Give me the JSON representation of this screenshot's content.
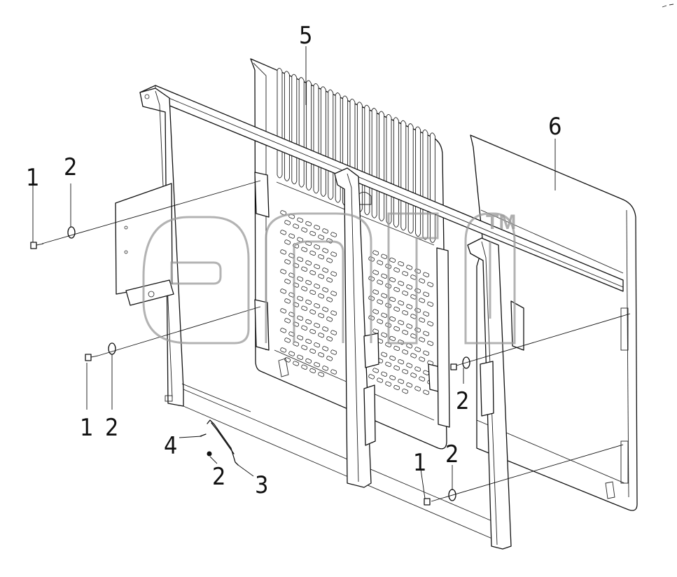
{
  "callouts": [
    {
      "id": "c1a",
      "text": "1"
    },
    {
      "id": "c2a",
      "text": "2"
    },
    {
      "id": "c1b",
      "text": "1"
    },
    {
      "id": "c2b",
      "text": "2"
    },
    {
      "id": "c4",
      "text": "4"
    },
    {
      "id": "c2c",
      "text": "2"
    },
    {
      "id": "c3",
      "text": "3"
    },
    {
      "id": "c5",
      "text": "5"
    },
    {
      "id": "c6",
      "text": "6"
    },
    {
      "id": "c2d",
      "text": "2"
    },
    {
      "id": "c1c",
      "text": "1"
    },
    {
      "id": "c2e",
      "text": "2"
    }
  ],
  "watermark": {
    "tm": "TM"
  }
}
